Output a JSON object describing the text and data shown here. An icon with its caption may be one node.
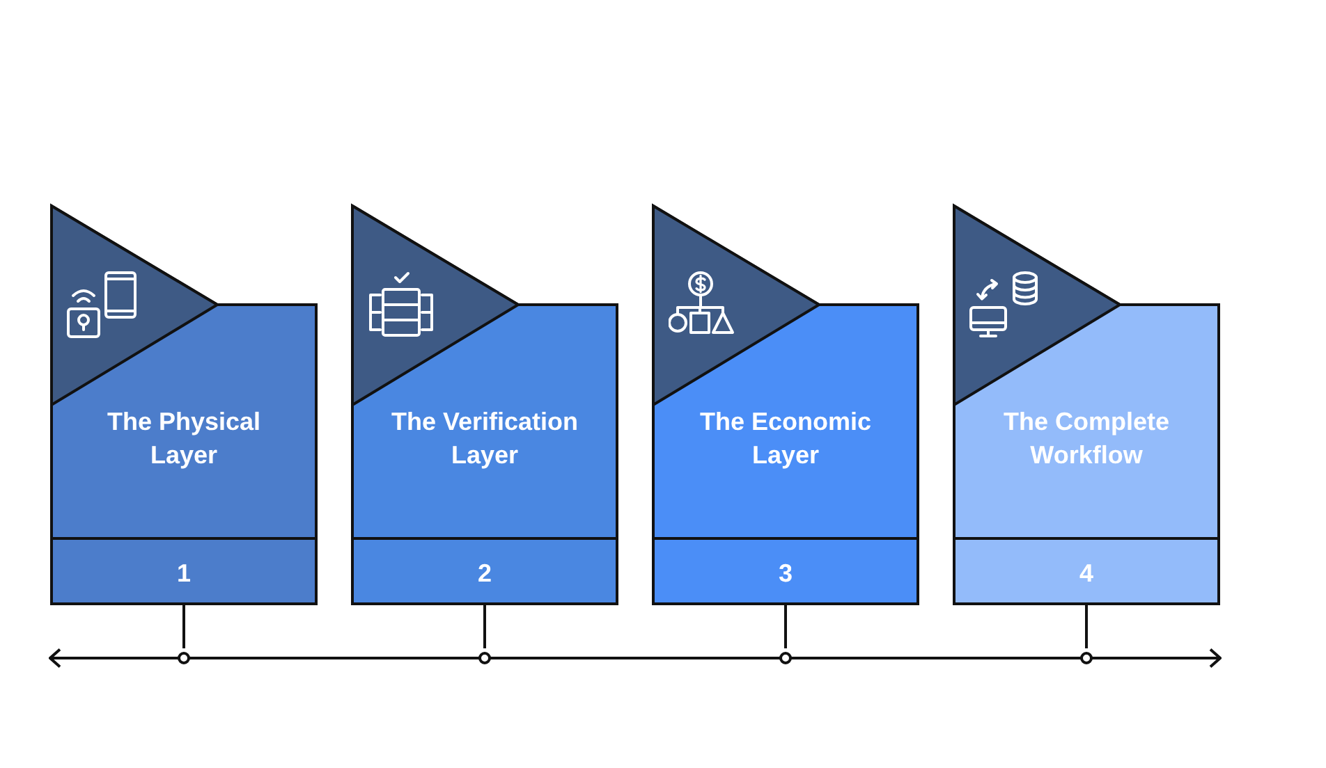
{
  "diagram": {
    "nodes": [
      {
        "text": [
          "The Physical Layer"
        ]
      },
      {
        "text": [
          "1"
        ],
        "in": 0
      },
      {
        "text": [
          "The Verification Layer"
        ]
      },
      {
        "text": [
          "2"
        ],
        "in": 2
      },
      {
        "text": [
          "The Economic Layer"
        ]
      },
      {
        "text": [
          "3"
        ],
        "in": 4
      },
      {
        "text": [
          "The Complete Workflow"
        ]
      },
      {
        "text": [
          "4"
        ],
        "in": 6
      },
      {
        "text": [],
        "shape": "line"
      }
    ],
    "edges": [
      {
        "from": 1,
        "to": 8,
        "arrow": "other"
      },
      {
        "from": 3,
        "to": 8,
        "arrow": "other"
      },
      {
        "from": 5,
        "to": 8,
        "arrow": "other"
      },
      {
        "from": 7,
        "to": 8,
        "arrow": "other"
      }
    ]
  }
}
